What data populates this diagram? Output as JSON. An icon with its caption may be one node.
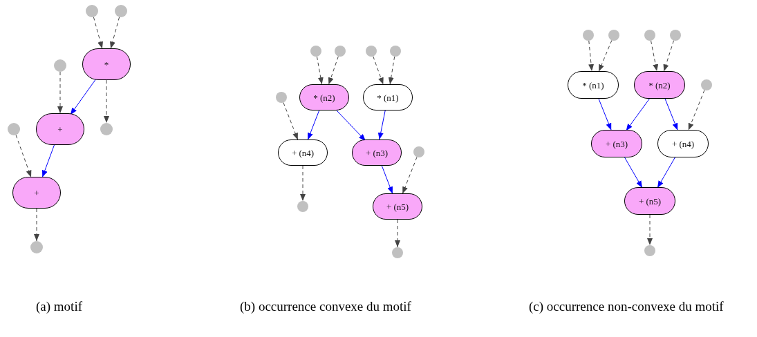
{
  "diagram": {
    "nodes": [
      {
        "text": [],
        "shape": "circle"
      },
      {
        "text": [],
        "shape": "circle"
      },
      {
        "text": [
          "*"
        ]
      },
      {
        "text": [],
        "shape": "circle"
      },
      {
        "text": [
          "+"
        ]
      },
      {
        "text": [],
        "shape": "circle"
      },
      {
        "text": [],
        "shape": "circle"
      },
      {
        "text": [
          "+"
        ]
      },
      {
        "text": [],
        "shape": "circle"
      },
      {
        "text": [],
        "shape": "circle"
      },
      {
        "text": [],
        "shape": "circle"
      },
      {
        "text": [],
        "shape": "circle"
      },
      {
        "text": [],
        "shape": "circle"
      },
      {
        "text": [
          "* (n2)"
        ]
      },
      {
        "text": [
          "* (n1)"
        ]
      },
      {
        "text": [],
        "shape": "circle"
      },
      {
        "text": [
          "+ (n4)"
        ]
      },
      {
        "text": [
          "+ (n3)"
        ]
      },
      {
        "text": [],
        "shape": "circle"
      },
      {
        "text": [],
        "shape": "circle"
      },
      {
        "text": [
          "+ (n5)"
        ]
      },
      {
        "text": [],
        "shape": "circle"
      },
      {
        "text": [],
        "shape": "circle"
      },
      {
        "text": [],
        "shape": "circle"
      },
      {
        "text": [],
        "shape": "circle"
      },
      {
        "text": [],
        "shape": "circle"
      },
      {
        "text": [
          "* (n1)"
        ]
      },
      {
        "text": [
          "* (n2)"
        ]
      },
      {
        "text": [],
        "shape": "circle"
      },
      {
        "text": [
          "+ (n3)"
        ]
      },
      {
        "text": [
          "+ (n4)"
        ]
      },
      {
        "text": [
          "+ (n5)"
        ]
      },
      {
        "text": [],
        "shape": "circle"
      }
    ],
    "edges": [
      {
        "from": 0,
        "to": 2,
        "arrow": "to",
        "style": "dashed"
      },
      {
        "from": 1,
        "to": 2,
        "arrow": "to",
        "style": "dashed"
      },
      {
        "from": 2,
        "to": 4,
        "arrow": "to",
        "color": "#0000ff"
      },
      {
        "from": 3,
        "to": 4,
        "arrow": "to",
        "style": "dashed"
      },
      {
        "from": 2,
        "to": 5,
        "arrow": "to",
        "style": "dashed"
      },
      {
        "from": 6,
        "to": 7,
        "arrow": "to",
        "style": "dashed"
      },
      {
        "from": 4,
        "to": 7,
        "arrow": "to",
        "color": "#0000ff"
      },
      {
        "from": 7,
        "to": 8,
        "arrow": "to",
        "style": "dashed"
      },
      {
        "from": 9,
        "to": 13,
        "arrow": "to",
        "style": "dashed"
      },
      {
        "from": 10,
        "to": 13,
        "arrow": "to",
        "style": "dashed"
      },
      {
        "from": 11,
        "to": 14,
        "arrow": "to",
        "style": "dashed"
      },
      {
        "from": 12,
        "to": 14,
        "arrow": "to",
        "style": "dashed"
      },
      {
        "from": 13,
        "to": 16,
        "arrow": "to",
        "color": "#0000ff"
      },
      {
        "from": 13,
        "to": 17,
        "arrow": "to",
        "color": "#0000ff"
      },
      {
        "from": 14,
        "to": 17,
        "arrow": "to",
        "color": "#0000ff"
      },
      {
        "from": 15,
        "to": 16,
        "arrow": "to",
        "style": "dashed"
      },
      {
        "from": 16,
        "to": 19,
        "arrow": "to",
        "style": "dashed"
      },
      {
        "from": 17,
        "to": 20,
        "arrow": "to",
        "color": "#0000ff"
      },
      {
        "from": 18,
        "to": 20,
        "arrow": "to",
        "style": "dashed"
      },
      {
        "from": 20,
        "to": 21,
        "arrow": "to",
        "style": "dashed"
      },
      {
        "from": 22,
        "to": 26,
        "arrow": "to",
        "style": "dashed"
      },
      {
        "from": 23,
        "to": 26,
        "arrow": "to",
        "style": "dashed"
      },
      {
        "from": 24,
        "to": 27,
        "arrow": "to",
        "style": "dashed"
      },
      {
        "from": 25,
        "to": 27,
        "arrow": "to",
        "style": "dashed"
      },
      {
        "from": 26,
        "to": 29,
        "arrow": "to",
        "color": "#0000ff"
      },
      {
        "from": 27,
        "to": 29,
        "arrow": "to",
        "color": "#0000ff"
      },
      {
        "from": 27,
        "to": 30,
        "arrow": "to",
        "color": "#0000ff"
      },
      {
        "from": 28,
        "to": 30,
        "arrow": "to",
        "style": "dashed"
      },
      {
        "from": 29,
        "to": 31,
        "arrow": "to",
        "color": "#0000ff"
      },
      {
        "from": 30,
        "to": 31,
        "arrow": "to",
        "color": "#0000ff"
      },
      {
        "from": 31,
        "to": 32,
        "arrow": "to",
        "style": "dashed"
      }
    ],
    "labels": [
      "(a) motif",
      "(b) occurrence convexe du motif",
      "(c) occurrence non-convexe du motif"
    ]
  }
}
